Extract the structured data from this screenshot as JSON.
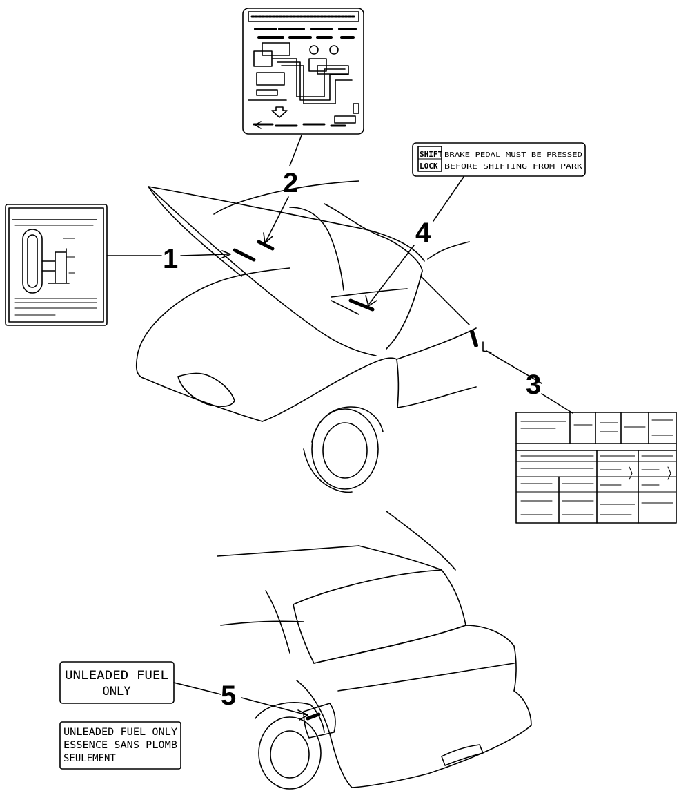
{
  "callouts": [
    {
      "id": "1",
      "label": "1"
    },
    {
      "id": "2",
      "label": "2"
    },
    {
      "id": "3",
      "label": "3"
    },
    {
      "id": "4",
      "label": "4"
    },
    {
      "id": "5",
      "label": "5"
    }
  ],
  "shift_lock_label": {
    "box_line1": "SHIFT",
    "box_line2": "LOCK",
    "text_line1": "BRAKE PEDAL MUST BE PRESSED",
    "text_line2": "BEFORE SHIFTING  FROM PARK"
  },
  "fuel_label_english": {
    "line1": "UNLEADED FUEL",
    "line2": "ONLY"
  },
  "fuel_label_bilingual": {
    "line1": "UNLEADED FUEL ONLY",
    "line2": "ESSENCE SANS PLOMB",
    "line3": "SEULEMENT"
  },
  "colors": {
    "ink": "#000000",
    "paper": "#ffffff"
  }
}
